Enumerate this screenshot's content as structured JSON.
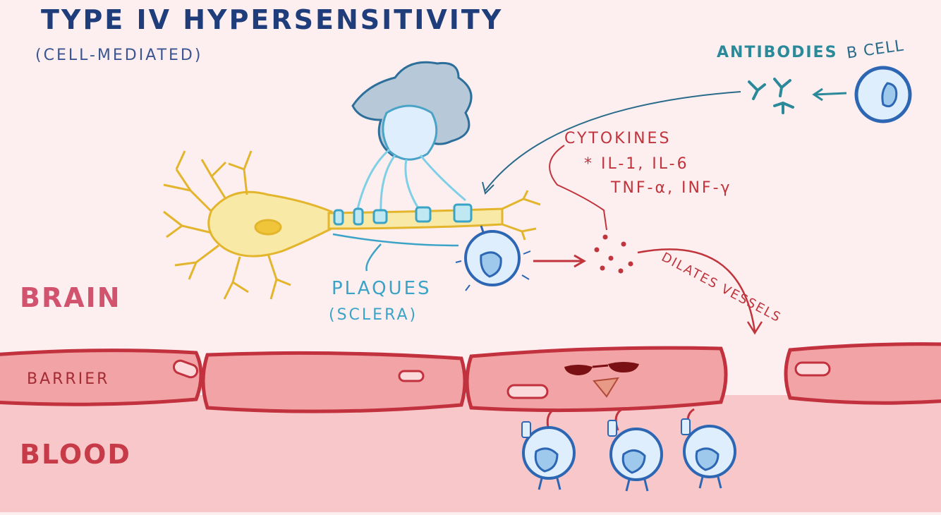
{
  "diagram": {
    "title": "TYPE IV HYPERSENSITIVITY",
    "subtitle": "(CELL-MEDIATED)",
    "region_brain": "BRAIN",
    "region_blood": "BLOOD",
    "barrier_label": "BARRIER",
    "plaques_label": "PLAQUES",
    "plaques_sublabel": "(SCLERA)",
    "cytokines_label": "CYTOKINES",
    "cytokines_list_1": "* IL-1, IL-6",
    "cytokines_list_2": "TNF-α, INF-γ",
    "antibodies_label": "ANTIBODIES",
    "bcell_label": "B CELL",
    "dilates_label": "DILATES VESSELS"
  },
  "colors": {
    "background": "#fdeef0",
    "blood_area": "#f8c7ca",
    "barrier_fill": "#f2a3a5",
    "barrier_stroke": "#c2313e",
    "neuron": "#f0c53a",
    "cell_stroke": "#2d67b3",
    "cell_fill": "#dfeefc",
    "cytokine": "#c0343c",
    "antibody": "#2a8a9a"
  }
}
